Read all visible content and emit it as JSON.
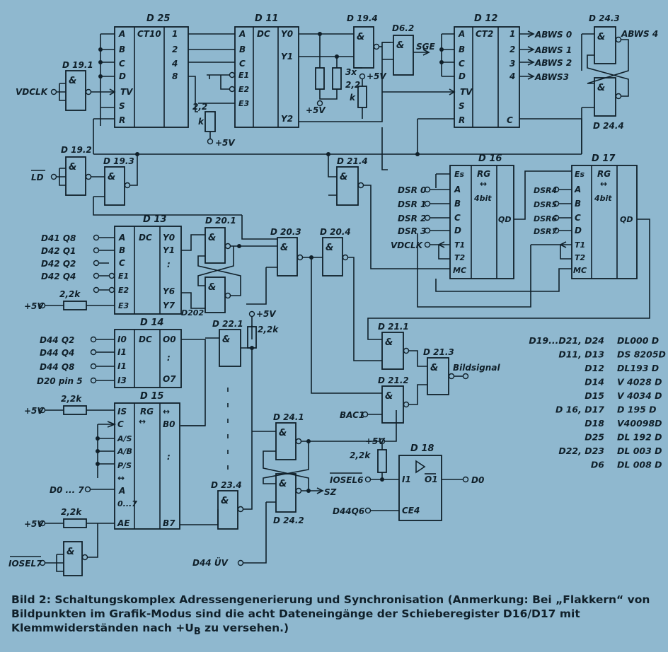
{
  "chips": {
    "d25": "D 25",
    "d25_t": "CT10",
    "d11": "D 11",
    "d11_t": "DC",
    "d12": "D 12",
    "d12_t": "CT2",
    "d13": "D 13",
    "d13_t": "DC",
    "d14": "D 14",
    "d14_t": "DC",
    "d15": "D 15",
    "d15_t": "RG",
    "d16": "D 16",
    "d16_t": "RG",
    "d16_b": "4bit",
    "d17": "D 17",
    "d17_t": "RG",
    "d17_b": "4bit",
    "d18": "D 18"
  },
  "gates": {
    "g191": "D 19.1",
    "g192": "D 19.2",
    "g193": "D 19.3",
    "g194": "D 19.4",
    "g62": "D6.2",
    "g243": "D 24.3",
    "g244": "D 24.4",
    "g214": "D 21.4",
    "g201": "D 20.1",
    "g202": "D202",
    "g203": "D 20.3",
    "g204": "D 20.4",
    "g221": "D 22.1",
    "g211": "D 21.1",
    "g213": "D 21.3",
    "g212": "D 21.2",
    "g241": "D 24.1",
    "g242": "D 24.2",
    "g234": "D 23.4",
    "amp": "&"
  },
  "signals": {
    "vdclk": "VDCLK",
    "ld": "LD",
    "sge": "SGE",
    "abws0": "ABWS 0",
    "abws1": "ABWS 1",
    "abws2": "ABWS 2",
    "abws3": "ABWS3",
    "abws4": "ABWS 4",
    "d41q8": "D41  Q8",
    "d42q1": "D42  Q1",
    "d42q2": "D42  Q2",
    "d42q4": "D42  Q4",
    "d44q2": "D44  Q2",
    "d44q4": "D44  Q4",
    "d44q8": "D44  Q8",
    "d20pin5": "D20 pin 5",
    "d0_7": "D0 ... 7",
    "iosel7": "IOSEL7",
    "iosel6": "IOSEL6",
    "d44q6": "D44Q6",
    "d44uv": "D44 ÜV",
    "sz": "SZ",
    "bac1": "BAC1",
    "bildsignal": "Bildsignal",
    "d0": "D0",
    "plus5v": "+5V",
    "r22k": "2,2k",
    "r22": "2,2",
    "k": "k",
    "x3": "3x",
    "dsr0": "DSR 0",
    "dsr1": "DSR 1",
    "dsr2": "DSR 2",
    "dsr3": "DSR 3",
    "dsr4": "DSR4",
    "dsr5": "DSR5",
    "dsr6": "DSR6",
    "dsr7": "DSR7"
  },
  "parts_list": [
    {
      "ref": "D19...D21, D24",
      "type": "DL000 D"
    },
    {
      "ref": "D11, D13",
      "type": "DS 8205D"
    },
    {
      "ref": "D12",
      "type": "DL193 D"
    },
    {
      "ref": "D14",
      "type": "V 4028 D"
    },
    {
      "ref": "D15",
      "type": "V 4034 D"
    },
    {
      "ref": "D 16, D17",
      "type": "D 195 D"
    },
    {
      "ref": "D18",
      "type": "V40098D"
    },
    {
      "ref": "D25",
      "type": "DL 192 D"
    },
    {
      "ref": "D22, D23",
      "type": "DL 003 D"
    },
    {
      "ref": "D6",
      "type": "DL 008 D"
    }
  ],
  "caption": {
    "label": "Bild 2:",
    "title": "Schaltungskomplex Adressengenerierung und Synchronisation",
    "note": "(Anmerkung: Bei „Flakkern“ von Bildpunkten im Grafik-Modus sind die acht Dateneingänge der Schieberegister D16/D17 mit Klemmwiderständen nach +U",
    "subscript": "B",
    "end": " zu versehen.)"
  },
  "colors": {
    "paper": "#8fb8cf",
    "ink": "#10202a"
  }
}
